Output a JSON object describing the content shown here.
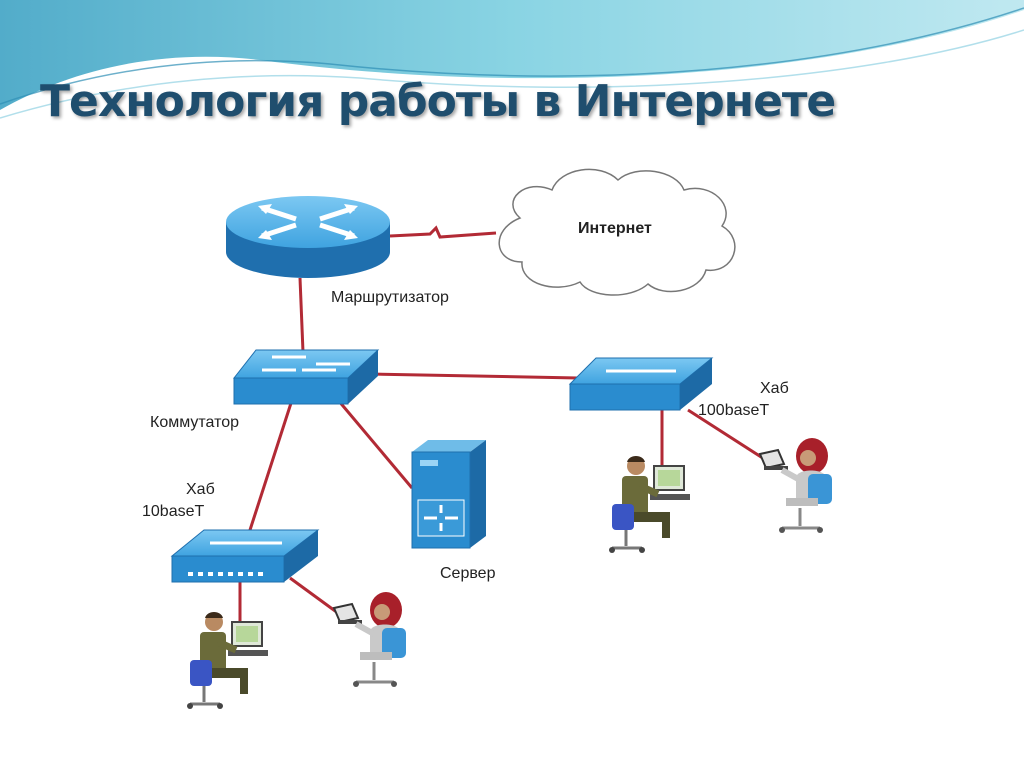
{
  "slide": {
    "title": "Технология работы в Интернете"
  },
  "diagram": {
    "internet_label": "Интернет",
    "router_label": "Маршрутизатор",
    "switch_label": "Коммутатор",
    "hub_left_label_line1": "Хаб",
    "hub_left_label_line2": "10baseT",
    "hub_right_label_line1": "Хаб",
    "hub_right_label_line2": "100baseT",
    "server_label": "Сервер"
  },
  "colors": {
    "title": "#1f4e6e",
    "device_blue": "#2a8ccf",
    "link_red": "#b22a35",
    "header_teal": "#5cb8cc"
  },
  "icons": [
    "cloud-icon",
    "router-icon",
    "switch-icon",
    "hub-icon",
    "server-icon",
    "user-desktop-icon",
    "user-laptop-icon"
  ]
}
